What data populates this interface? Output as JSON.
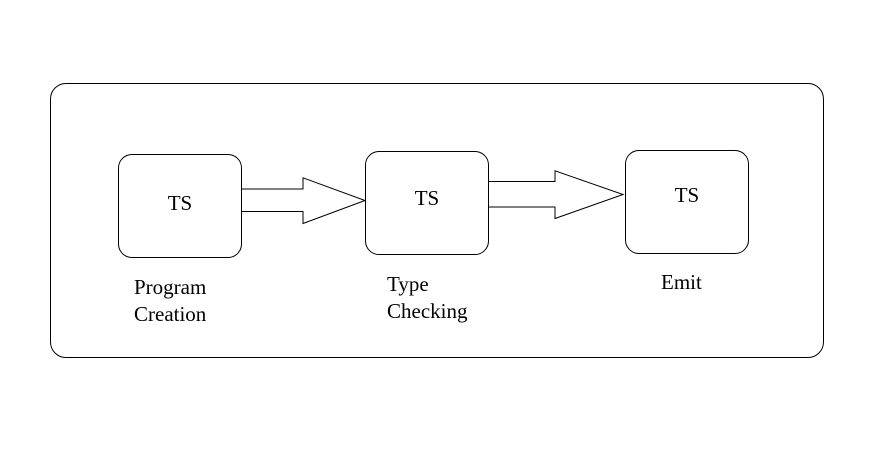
{
  "diagram": {
    "stages": [
      {
        "box_text": "TS",
        "caption_lines": [
          "Program",
          "Creation"
        ]
      },
      {
        "box_text": "TS",
        "caption_lines": [
          "Type",
          "Checking"
        ]
      },
      {
        "box_text": "TS",
        "caption_lines": [
          "Emit"
        ]
      }
    ],
    "colors": {
      "stroke": "#000000",
      "fill": "#ffffff"
    }
  }
}
